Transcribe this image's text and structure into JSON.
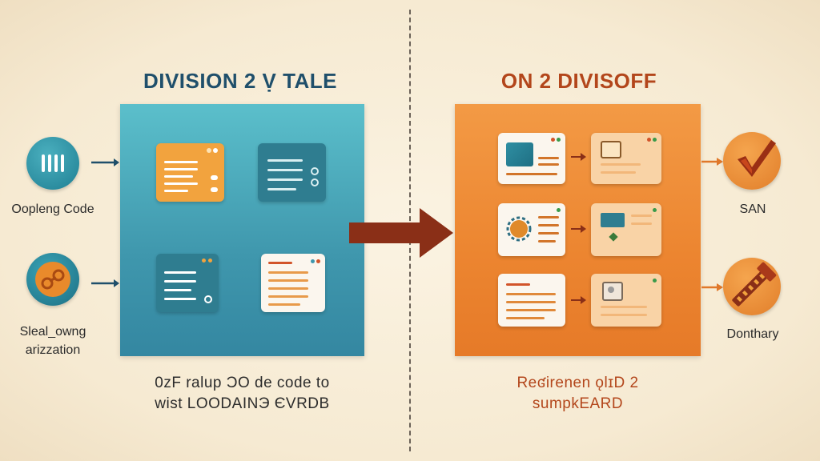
{
  "left": {
    "heading": "DIVISION 2 Ṿ TALE",
    "input_top_label": "Oopleng Code",
    "input_bottom_label_1": "Sleal_owng",
    "input_bottom_label_2": "arizzation",
    "caption_line1": "0zF ralup ƆO de code to",
    "caption_line2": "wist LOODAINЭ ЄVRDB"
  },
  "right": {
    "heading": "ON 2 DIVISOFF",
    "output_top_label": "SAN",
    "output_bottom_label": "Donthary",
    "caption_line1": "Reʛirenen ǫlɪD 2",
    "caption_line2": "sumpkEARD"
  },
  "colors": {
    "teal_panel": "#3f97ad",
    "orange_panel": "#ec8530",
    "heading_left": "#1f4f6b",
    "heading_right": "#b3461b",
    "arrow_brown": "#8a2f17"
  },
  "icons": [
    "bars-icon",
    "link-icon",
    "check-icon",
    "ruler-icon",
    "gear-icon",
    "arrow-right-icon"
  ]
}
